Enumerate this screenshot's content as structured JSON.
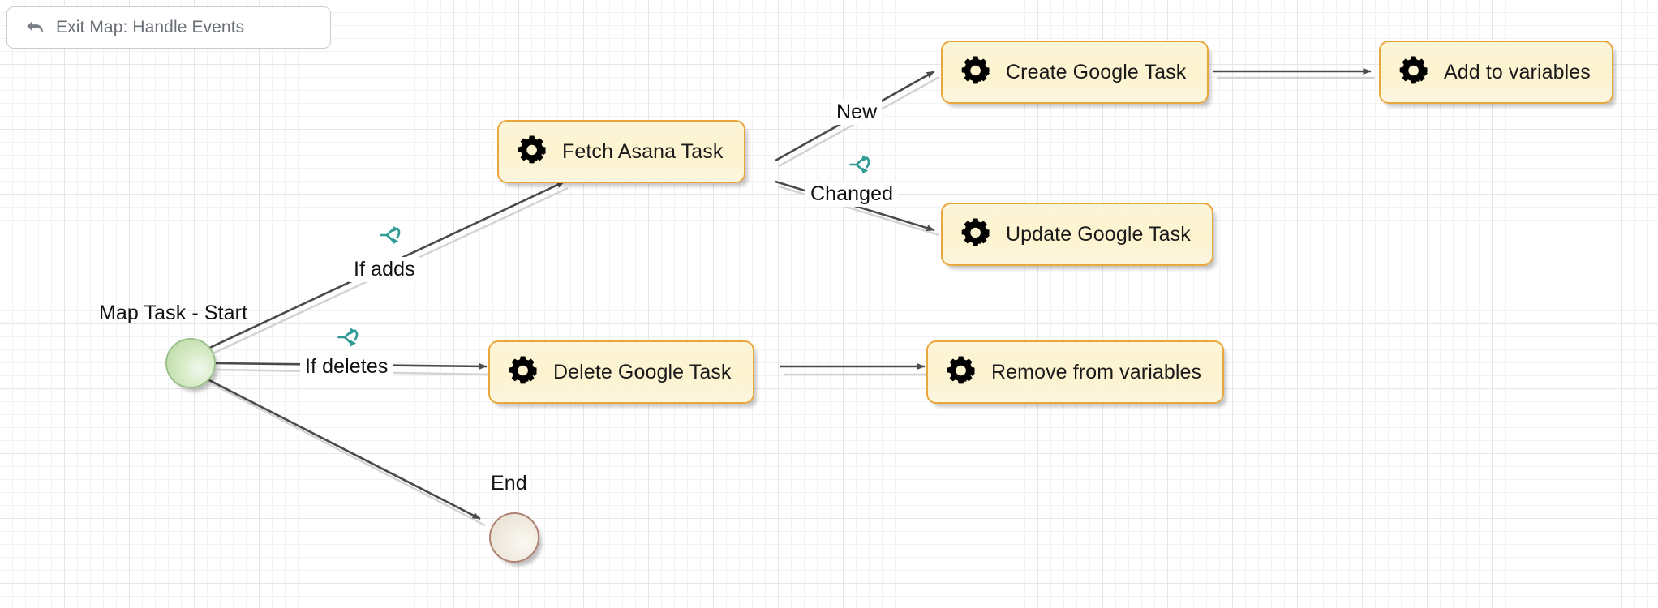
{
  "toolbar": {
    "exit_button_label": "Exit Map: Handle Events",
    "exit_icon": "back-arrow-icon"
  },
  "canvas": {
    "background": "#ffffff",
    "grid_minor_color": "#f2f2f2",
    "grid_major_color": "#e6e6e6"
  },
  "colors": {
    "node_border": "#e9a63c",
    "node_fill": "#fdf3cf",
    "start_border": "#9cc08a",
    "start_fill": "#b6d6a0",
    "end_border": "#b08070",
    "end_fill": "#f1ece1",
    "edge": "#4a4a4a",
    "branch_icon": "#2f9a96",
    "button_text": "#6a6f75"
  },
  "flow": {
    "start_node": {
      "id": "start",
      "label": "Map Task - Start",
      "type": "start-circle"
    },
    "end_node": {
      "id": "end",
      "label": "End",
      "type": "end-circle"
    },
    "nodes": [
      {
        "id": "fetch-asana-task",
        "label": "Fetch Asana Task",
        "icon": "gear-task-icon"
      },
      {
        "id": "create-google-task",
        "label": "Create Google Task",
        "icon": "gear-task-icon"
      },
      {
        "id": "add-to-variables",
        "label": "Add to variables",
        "icon": "gear-task-icon"
      },
      {
        "id": "update-google-task",
        "label": "Update Google Task",
        "icon": "gear-task-icon"
      },
      {
        "id": "delete-google-task",
        "label": "Delete Google Task",
        "icon": "gear-task-icon"
      },
      {
        "id": "remove-from-variables",
        "label": "Remove from variables",
        "icon": "gear-task-icon"
      }
    ],
    "edge_labels": [
      {
        "id": "if-adds",
        "label": "If adds",
        "has_branch_icon": true
      },
      {
        "id": "if-deletes",
        "label": "If deletes",
        "has_branch_icon": true
      },
      {
        "id": "new",
        "label": "New",
        "has_branch_icon": false
      },
      {
        "id": "changed",
        "label": "Changed",
        "has_branch_icon": true
      }
    ],
    "branch_icon_name": "branch-split-icon"
  }
}
